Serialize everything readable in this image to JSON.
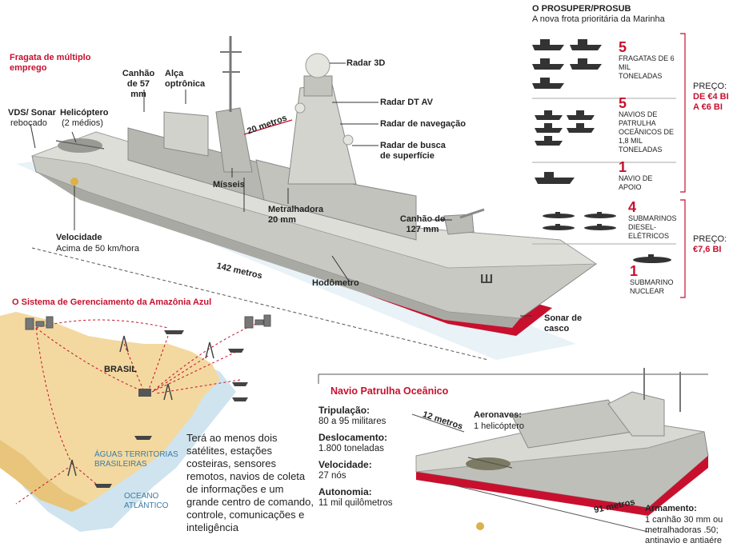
{
  "frigate": {
    "title": "Fragata de múltiplo emprego",
    "labels": {
      "canhao57": "Canhão de 57 mm",
      "alca": "Alça optrônica",
      "radar3d": "Radar 3D",
      "radarDT": "Radar DT AV",
      "radarNav": "Radar de navegação",
      "radarBusca": "Radar de busca de superfície",
      "vds": "VDS/ Sonar",
      "vdsSub": "rebocado",
      "heli": "Helicóptero",
      "heliSub": "(2 médios)",
      "misseis": "Mísseis",
      "metralhadora": "Metralhadora 20 mm",
      "canhao127": "Canhão de 127 mm",
      "dim20": "20 metros",
      "dim142": "142 metros",
      "hodometro": "Hodômetro",
      "sonar": "Sonar de casco",
      "velocidade": "Velocidade",
      "velocidadeVal": "Acima de 50 km/hora"
    }
  },
  "prosuper": {
    "title": "O PROSUPER/PROSUB",
    "subtitle": "A nova frota prioritária da Marinha",
    "items": [
      {
        "num": "5",
        "text": "FRAGATAS DE 6 MIL TONELADAS"
      },
      {
        "num": "5",
        "text": "NAVIOS DE PATRULHA OCEÂNICOS DE 1,8 MIL TONELADAS"
      },
      {
        "num": "1",
        "text": "NAVIO DE APOIO"
      },
      {
        "num": "4",
        "text": "SUBMARINOS DIESEL-ELÉTRICOS"
      },
      {
        "num": "1",
        "text": "SUBMARINO NUCLEAR"
      }
    ],
    "price1_label": "PREÇO:",
    "price1_value": "DE €4 BI A €6 BI",
    "price2_label": "PREÇO:",
    "price2_value": "€7,6 BI"
  },
  "amazonia": {
    "title": "O Sistema de Gerenciamento da Amazônia Azul",
    "brasil": "BRASIL",
    "aguas": "ÁGUAS TERRITORIAS BRASILEIRAS",
    "oceano": "OCEANO ATLÂNTICO",
    "description": "Terá ao menos dois satélites, estações costeiras, sensores remotos, navios de coleta de informações e um grande centro de comando, controle, comunicações e inteligência"
  },
  "patrol": {
    "title": "Navio Patrulha Oceânico",
    "tripulacao_h": "Tripulação:",
    "tripulacao_v": "80 a 95 militares",
    "desloc_h": "Deslocamento:",
    "desloc_v": "1.800 toneladas",
    "vel_h": "Velocidade:",
    "vel_v": "27 nós",
    "auto_h": "Autonomia:",
    "auto_v": "11 mil quilômetros",
    "aeronaves_h": "Aeronaves:",
    "aeronaves_v": "1 helicóptero",
    "dim12": "12 metros",
    "dim91": "91 metros",
    "armamento_h": "Armamento:",
    "armamento_v": "1 canhão 30 mm ou metralhadoras .50; antinavio e antiaére"
  },
  "colors": {
    "accent": "#c8102e",
    "hull": "#cfcfca",
    "land": "#f3d9a0",
    "sea": "#cfe4ef"
  }
}
